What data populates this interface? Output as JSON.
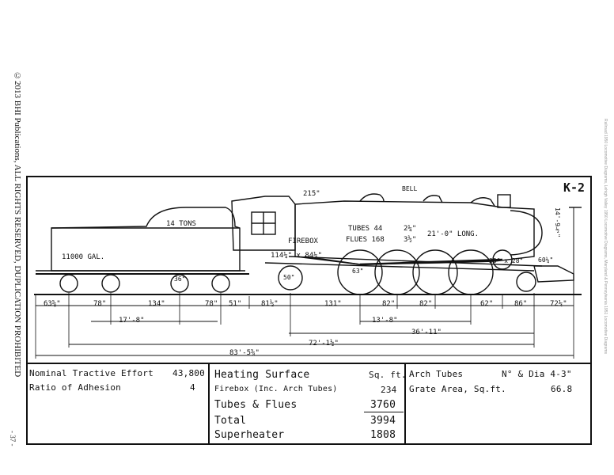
{
  "copyright": "©2013 BHI Publications, ALL RIGHTS RESERVED, DUPLICATION PROHIBITED",
  "page_number": "- 37 -",
  "side_note": "Railroad 1950 Locomotive Diagrams, Lehigh Valley 1950 Locomotive Diagrams, Maryland & Pennsylvania 1951 Locomotive Diagrams",
  "diagram": {
    "class_label": "K-2",
    "tender_coal": "14 TONS",
    "tender_water": "11000 GAL.",
    "firebox_label": "FIREBOX",
    "firebox_dims": "114¼\" x 84¼\"",
    "top_dim": "215\"",
    "tubes": "TUBES 44",
    "flues": "FLUES 168",
    "tube_sizes": "2¼\"",
    "flue_sizes": "3½\"",
    "length_label": "21'-0\" LONG.",
    "bell_label": "BELL",
    "cylinder": "25\" x 28\"",
    "drivers": "63\"",
    "trailing_wheel": "50\"",
    "tender_wheel": "36\"",
    "height_dim": "14'-9½\"",
    "pilot_height": "60¼\"",
    "spacings": [
      "63⅝\"",
      "78\"",
      "134\"",
      "78\"",
      "51\"",
      "81½\"",
      "131\"",
      "82\"",
      "82\"",
      "62\"",
      "86\"",
      "72¼\""
    ],
    "tender_wheelbase": "17'-8\"",
    "driving_wheelbase": "13'-8\"",
    "engine_wheelbase": "36'-11\"",
    "total_wheelbase": "72'-1½\"",
    "overall_length": "83'-5⅝\""
  },
  "specs": {
    "col1": [
      {
        "label": "Nominal Tractive Effort",
        "value": "43,800"
      },
      {
        "label": "Ratio of Adhesion",
        "value": "4"
      }
    ],
    "heating_title": "Heating Surface",
    "heating_unit": "Sq. ft.",
    "heating": [
      {
        "label": "Firebox (Inc. Arch Tubes)",
        "value": "234"
      },
      {
        "label": "Tubes & Flues",
        "value": "3760"
      },
      {
        "label": "Total",
        "value": "3994"
      },
      {
        "label": "Superheater",
        "value": "1808"
      }
    ],
    "arch_tubes_label": "Arch Tubes",
    "arch_tubes_value": "N° & Dia 4-3\"",
    "grate_label": "Grate Area, Sq.ft.",
    "grate_value": "66.8"
  }
}
